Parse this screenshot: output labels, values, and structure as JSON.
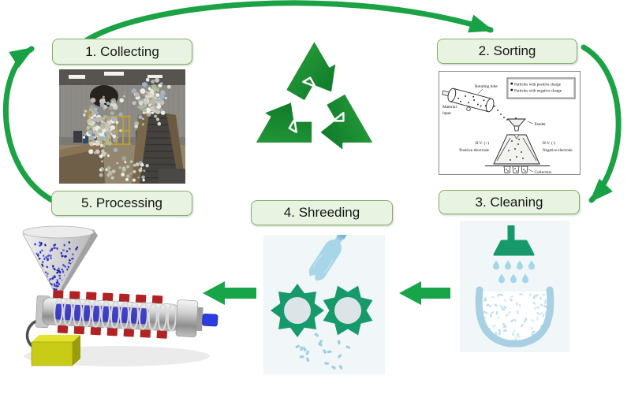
{
  "steps": [
    {
      "label": "1. Collecting"
    },
    {
      "label": "2. Sorting"
    },
    {
      "label": "3. Cleaning"
    },
    {
      "label": "4. Shreeding"
    },
    {
      "label": "5. Processing"
    }
  ],
  "sorting_diagram": {
    "rotating_tube": "Rotating tube",
    "material_input_line1": "Material",
    "material_input_line2": "input",
    "legend_positive": "Particles with positive charge",
    "legend_negative": "Particles with negative charge",
    "feeder": "Feeder",
    "hv_positive": "H.V. (+)",
    "positive_electrode": "Positive electrode",
    "hv_negative": "H.V. (-)",
    "negative_electrode": "Negative electrode",
    "collectors": "Collectors"
  },
  "colors": {
    "arrow_green": "#18a549",
    "symbol_green_dark": "#0c7427",
    "symbol_green_light": "#2ba53e",
    "label_fill": "#e9f3e2",
    "label_border": "#84af67",
    "illustration_teal": "#169a6b",
    "illustration_light_blue": "#a9d5e8"
  }
}
